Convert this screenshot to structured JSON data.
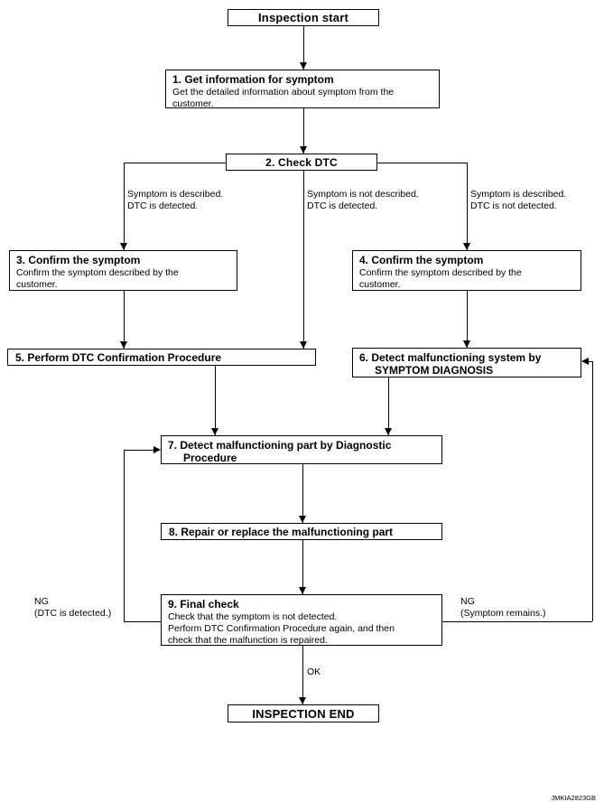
{
  "figure": {
    "code": "JMKIA2823GB",
    "colors": {
      "ink": "#000000",
      "background": "#ffffff"
    },
    "terminals": {
      "start": "Inspection start",
      "end": "INSPECTION END"
    },
    "steps": [
      {
        "title": "1. Get information for symptom",
        "body": "Get the detailed information about symptom from the\ncustomer."
      },
      {
        "title": "2. Check DTC",
        "body": ""
      },
      {
        "title": "3. Confirm the symptom",
        "body": "Confirm the symptom described by the\ncustomer."
      },
      {
        "title": "4. Confirm the symptom",
        "body": "Confirm the symptom described by the\ncustomer."
      },
      {
        "title": "5. Perform DTC Confirmation Procedure",
        "body": ""
      },
      {
        "title": "6. Detect malfunctioning system by\nSYMPTOM DIAGNOSIS",
        "body": ""
      },
      {
        "title": "7. Detect malfunctioning part by Diagnostic\nProcedure",
        "body": ""
      },
      {
        "title": "8. Repair or replace the malfunctioning part",
        "body": ""
      },
      {
        "title": "9. Final check",
        "body": "Check that the symptom is not detected.\nPerform DTC Confirmation Procedure again, and then\ncheck that the malfunction is repaired."
      }
    ],
    "branch_labels": {
      "left": "Symptom is described.\nDTC is detected.",
      "middle": "Symptom is not described.\nDTC is detected.",
      "right": "Symptom is described.\nDTC is not detected."
    },
    "edge_labels": {
      "ok": "OK",
      "ng_left": "NG\n(DTC is detected.)",
      "ng_right": "NG\n(Symptom remains.)"
    }
  }
}
